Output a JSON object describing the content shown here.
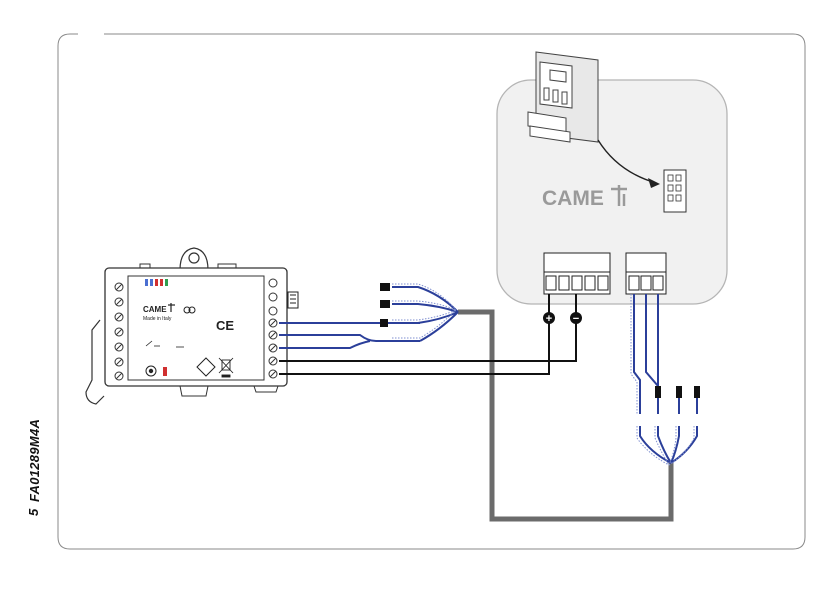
{
  "document": {
    "page_number": "5",
    "figure_code": "FA01289M4A"
  },
  "module": {
    "brand": "CAME",
    "made_in": "Made in Italy",
    "ce_mark": "CE"
  },
  "board": {
    "brand": "CAME",
    "terminal_plus": "+",
    "terminal_minus": "−"
  },
  "colors": {
    "frame": "#8a8a8a",
    "cable_blue": "#2b3f9a",
    "cable_black": "#111111",
    "cable_gray": "#6b6b6b",
    "board_fill": "#f1f1f1",
    "led_red": "#d03030",
    "led_green": "#2f9e4f",
    "led_blue": "#4a6fd1"
  }
}
